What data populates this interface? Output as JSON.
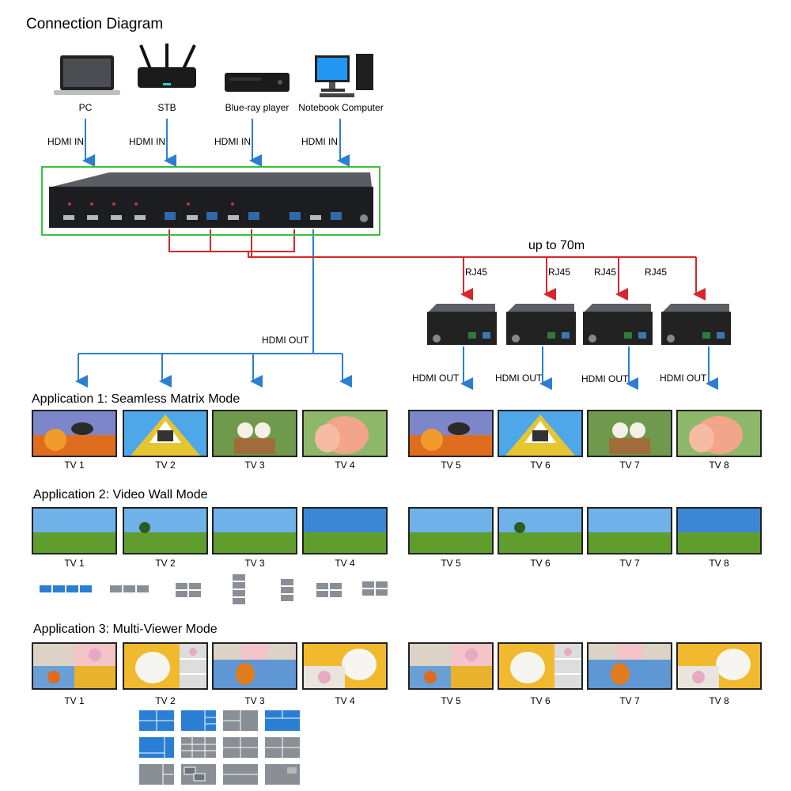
{
  "title": "Connection Diagram",
  "sources": [
    {
      "label": "PC",
      "icon": "laptop-icon"
    },
    {
      "label": "STB",
      "icon": "router-icon"
    },
    {
      "label": "Blue-ray player",
      "icon": "bluray-player-icon"
    },
    {
      "label": "Notebook Computer",
      "icon": "desktop-computer-icon"
    }
  ],
  "hdmi_in_label": "HDMI IN",
  "hdmi_out_label": "HDMI OUT",
  "distance_label": "up to 70m",
  "rj45_label": "RJ45",
  "receiver_hdmi_out_label": "HDMI OUT",
  "applications": [
    {
      "title": "Application 1: Seamless Matrix Mode",
      "tvs": [
        "TV 1",
        "TV 2",
        "TV 3",
        "TV 4",
        "TV 5",
        "TV 6",
        "TV 7",
        "TV 8"
      ]
    },
    {
      "title": "Application 2: Video Wall Mode",
      "tvs": [
        "TV 1",
        "TV 2",
        "TV 3",
        "TV 4",
        "TV 5",
        "TV 6",
        "TV 7",
        "TV 8"
      ]
    },
    {
      "title": "Application 3: Multi-Viewer Mode",
      "tvs": [
        "TV 1",
        "TV 2",
        "TV 3",
        "TV 4",
        "TV 5",
        "TV 6",
        "TV 7",
        "TV 8"
      ]
    }
  ],
  "colors": {
    "hdmi_line": "#2a7fd4",
    "rj45_line": "#d9262c",
    "device_outline": "#3cbf3c",
    "layout_selected": "#2a7fd4",
    "layout_unselected": "#8a8f96"
  }
}
